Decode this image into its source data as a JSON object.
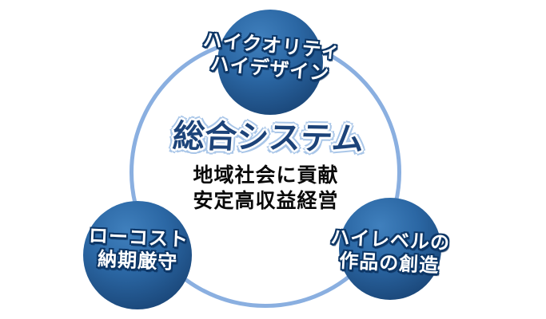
{
  "diagram": {
    "center": {
      "title": "総合システム",
      "subtitles": [
        "地域社会に貢献",
        "安定高収益経営"
      ]
    },
    "nodes": [
      {
        "id": "quality",
        "position": "top",
        "line1": "ハイクオリティ",
        "line2": "ハイデザイン"
      },
      {
        "id": "cost",
        "position": "bottom-left",
        "line1": "ローコスト",
        "line2": "納期厳守"
      },
      {
        "id": "creation",
        "position": "bottom-right",
        "line1": "ハイレベルの",
        "line2": "作品の創造"
      }
    ],
    "colors": {
      "sphere-light": "#4080bd",
      "sphere-mid": "#2b67a4",
      "sphere-dark": "#1a4678",
      "sphere-edge": "#153d6b",
      "ring": "#8aafe0",
      "label-outline": "#0d3666",
      "title-fill": "#1c4379",
      "title-outline": "#ffffff",
      "title-edge": "#a9c6e8",
      "subtitle": "#0a0a0a"
    }
  }
}
